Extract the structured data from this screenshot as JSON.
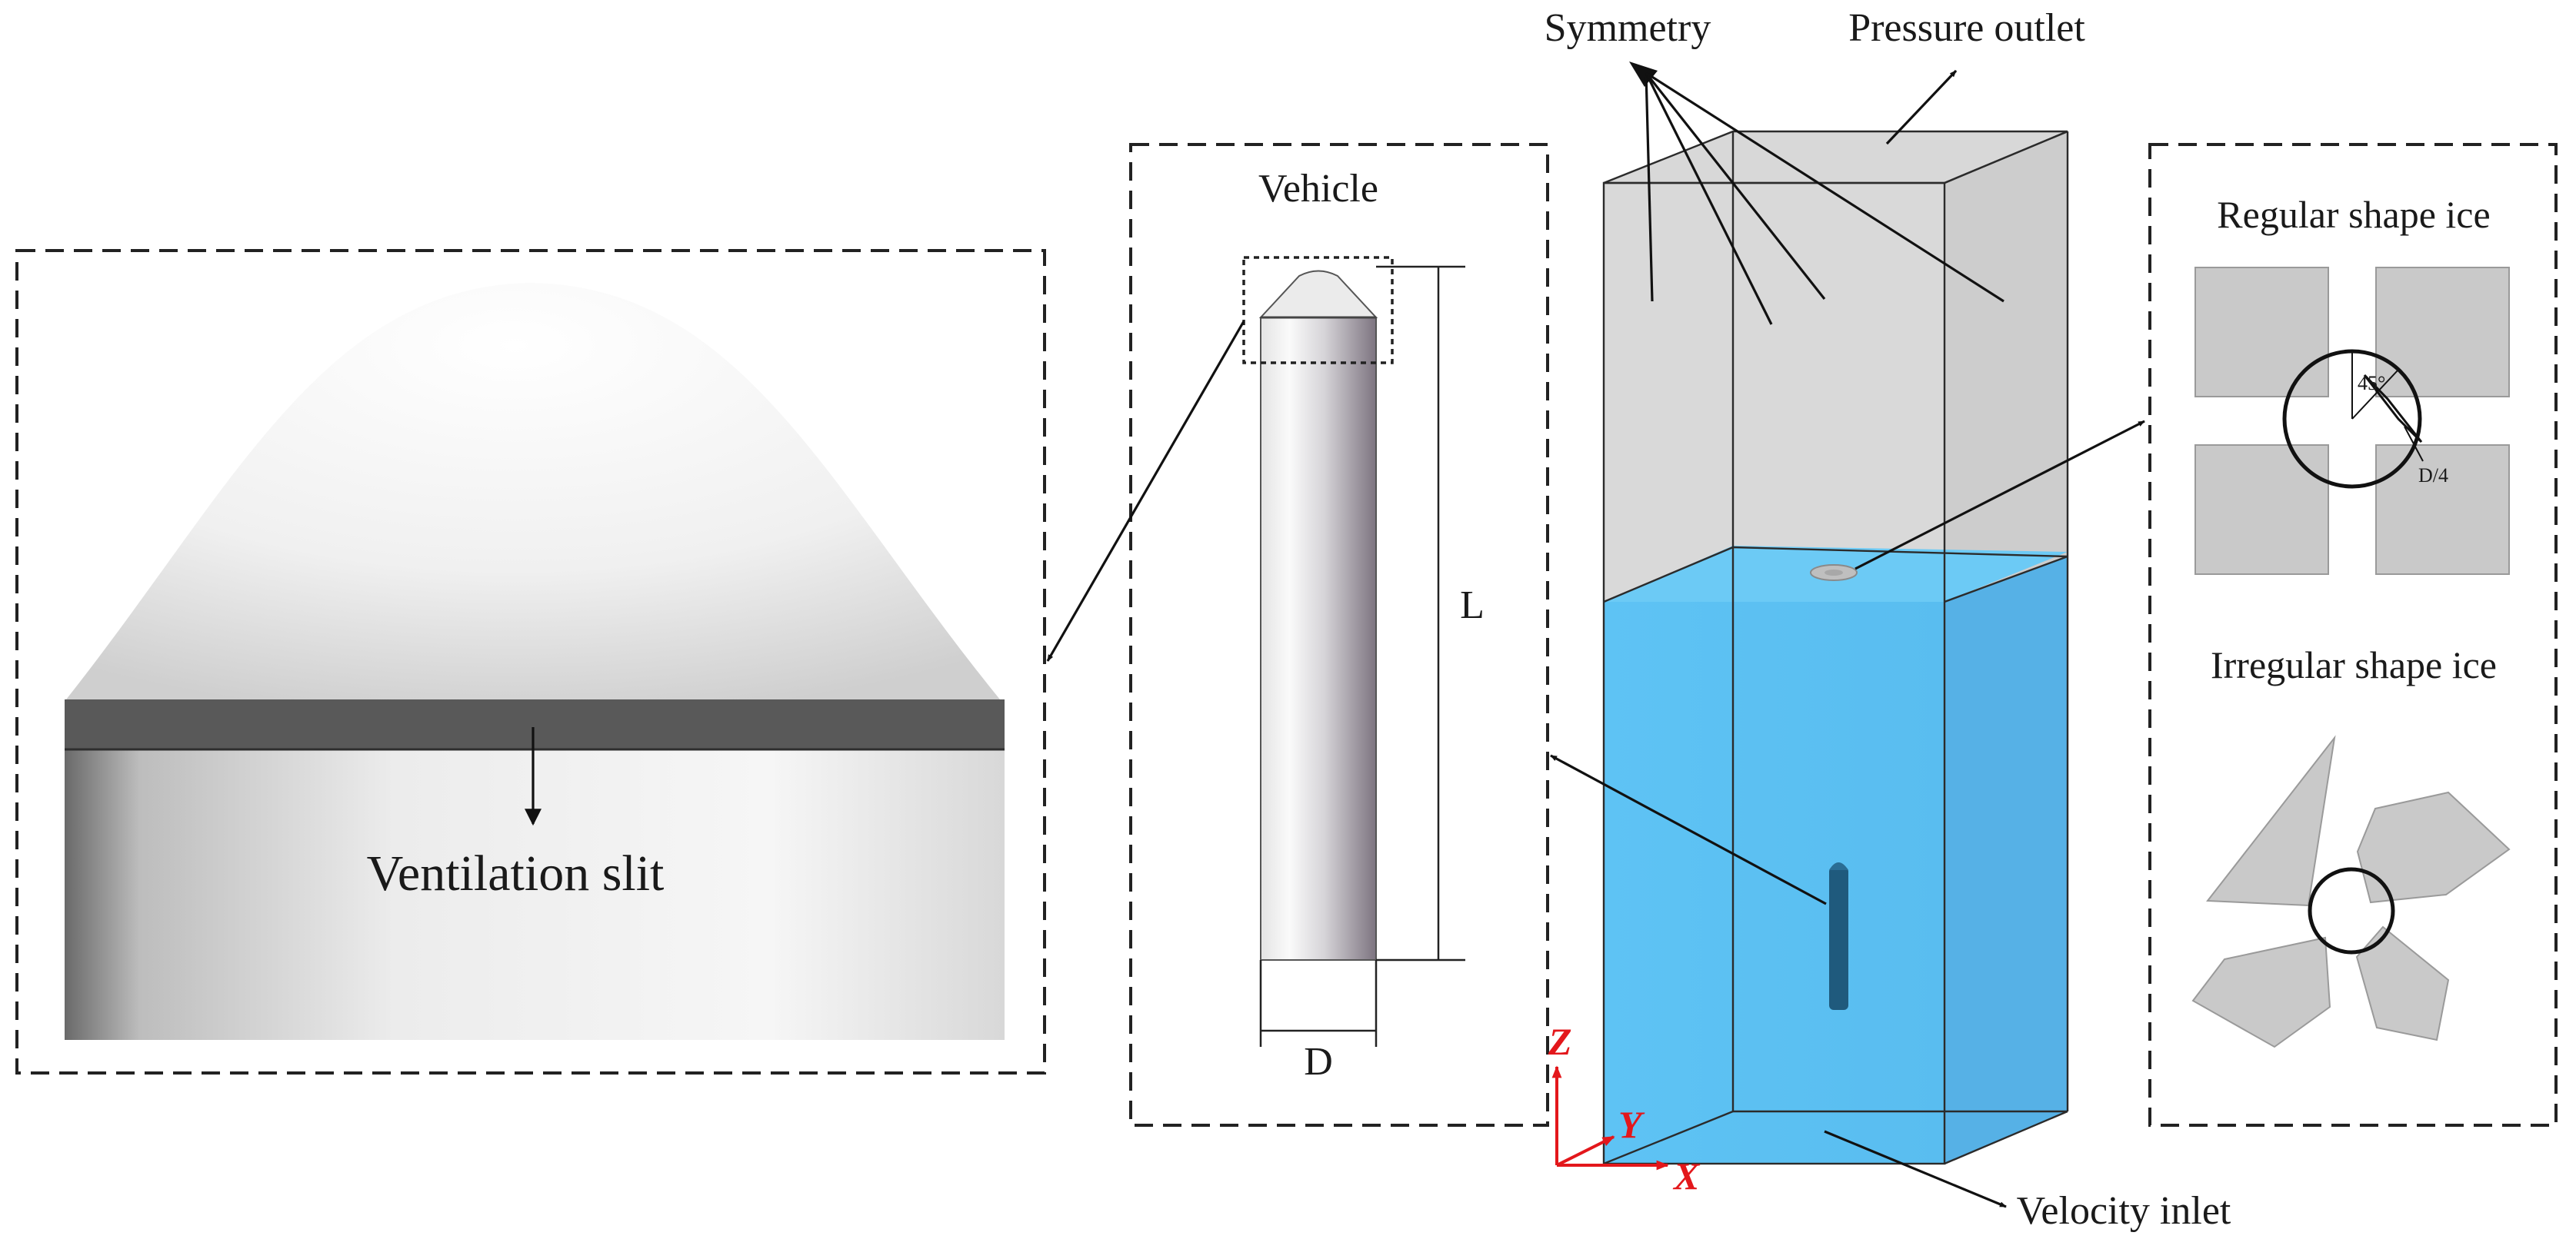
{
  "labels": {
    "ventilation_slit": "Ventilation slit",
    "vehicle": "Vehicle",
    "length": "L",
    "diameter": "D",
    "symmetry": "Symmetry",
    "pressure_outlet": "Pressure outlet",
    "velocity_inlet": "Velocity inlet",
    "regular_ice": "Regular shape ice",
    "irregular_ice": "Irregular shape ice",
    "angle": "45°",
    "offset": "D/4",
    "axis_z": "Z",
    "axis_y": "Y",
    "axis_x": "X"
  },
  "colors": {
    "water": "#5bbff2",
    "air": "#d9d9d9",
    "ice": "#c9c9c9",
    "axis": "#e3171b",
    "vehicle_dark": "#1f5a7d",
    "slit": "#595959"
  }
}
